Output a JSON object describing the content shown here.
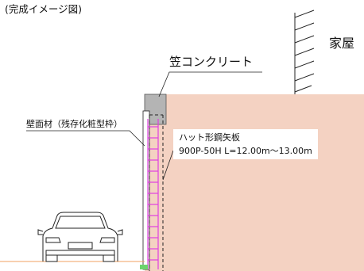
{
  "caption": "(完成イメージ図)",
  "labels": {
    "house": "家屋",
    "cap_concrete": "笠コンクリート",
    "wall_material": "壁面材（残存化粧型枠）",
    "sheet_pile_name": "ハット形鋼矢板",
    "sheet_pile_spec": "900P-50H L=12.00m〜13.00m"
  },
  "colors": {
    "soil": "#f4d2c2",
    "cap": "#b4b4b4",
    "rebar": "#e040e0",
    "ground_line": "#f0a060",
    "outline": "#222222"
  }
}
